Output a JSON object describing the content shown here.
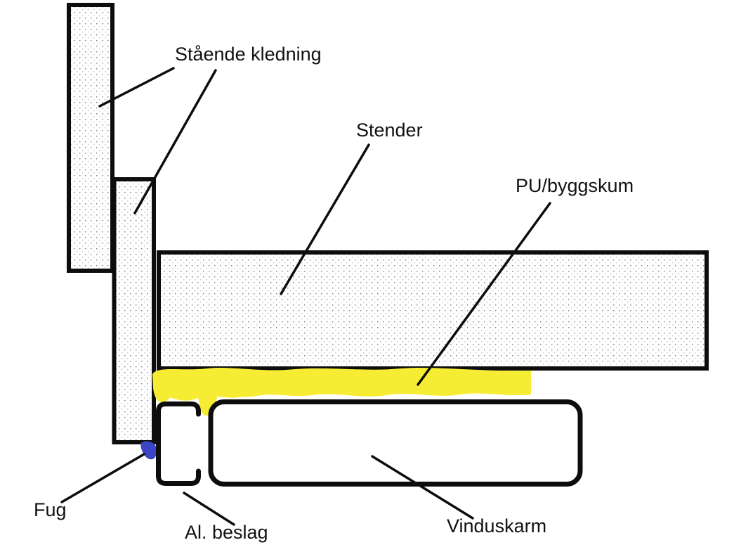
{
  "diagram": {
    "type": "construction-detail-drawing",
    "labels": {
      "cladding": "Stående kledning",
      "stud": "Stender",
      "foam": "PU/byggskum",
      "sealant": "Fug",
      "flashing": "Al. beslag",
      "window_frame": "Vinduskarm"
    },
    "colors": {
      "outline": "#0d0d0d",
      "foam_yellow": "#f5ec33",
      "sealant_blue": "#3c45c5",
      "stipple_dot_dark": "#7d7d85",
      "stipple_dot_light": "#c9c9d2",
      "background": "#ffffff",
      "text": "#111111"
    }
  }
}
